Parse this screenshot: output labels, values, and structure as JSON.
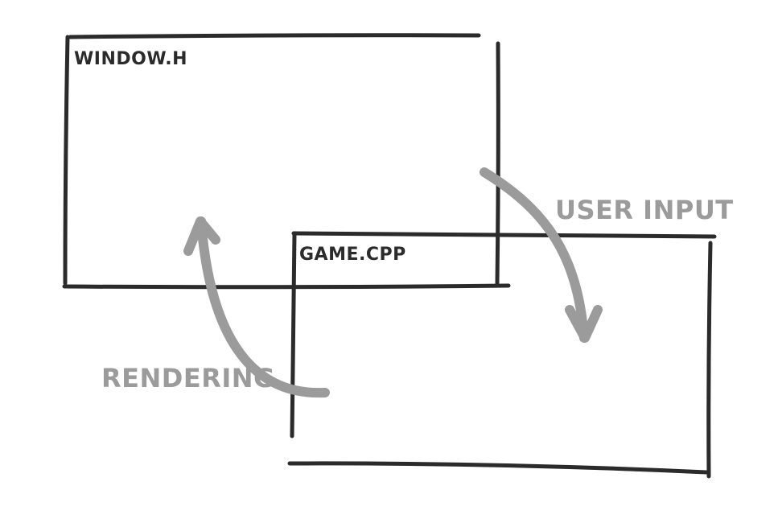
{
  "boxes": {
    "window": {
      "label": "WINDOW.H"
    },
    "game": {
      "label": "GAME.CPP"
    }
  },
  "flows": {
    "user_input": {
      "label": "USER INPUT"
    },
    "rendering": {
      "label": "RENDERING"
    }
  },
  "colors": {
    "box_stroke": "#2b2b2b",
    "box_text": "#2b2b2b",
    "arrow": "#9b9b9b",
    "arrow_text": "#9b9b9b",
    "background": "#ffffff"
  }
}
